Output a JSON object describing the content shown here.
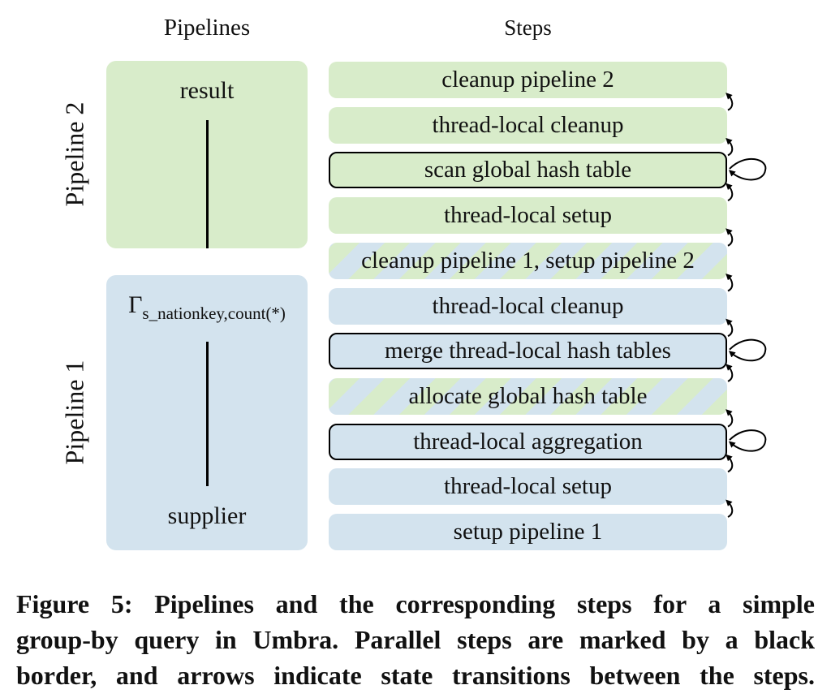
{
  "headers": {
    "pipelines": "Pipelines",
    "steps": "Steps"
  },
  "colors": {
    "green": "#d8ecca",
    "blue": "#d3e3ee",
    "border": "#000000"
  },
  "pipelines": [
    {
      "id": "pipeline2",
      "side_label": "Pipeline 2",
      "color": "green",
      "operators": {
        "top": "result"
      }
    },
    {
      "id": "pipeline1",
      "side_label": "Pipeline 1",
      "color": "blue",
      "operators": {
        "top_symbol": "Γ",
        "top_subscript": "s_nationkey,count(*)",
        "bottom": "supplier"
      }
    }
  ],
  "steps": [
    {
      "label": "cleanup pipeline 2",
      "fill": "green",
      "parallel": false
    },
    {
      "label": "thread-local cleanup",
      "fill": "green",
      "parallel": false
    },
    {
      "label": "scan global hash table",
      "fill": "green",
      "parallel": true
    },
    {
      "label": "thread-local setup",
      "fill": "green",
      "parallel": false
    },
    {
      "label": "cleanup pipeline 1, setup  pipeline 2",
      "fill": "stripes",
      "parallel": false
    },
    {
      "label": "thread-local cleanup",
      "fill": "blue",
      "parallel": false
    },
    {
      "label": "merge thread-local hash tables",
      "fill": "blue",
      "parallel": true
    },
    {
      "label": "allocate global hash table",
      "fill": "stripes",
      "parallel": false
    },
    {
      "label": "thread-local aggregation",
      "fill": "blue",
      "parallel": true
    },
    {
      "label": "thread-local setup",
      "fill": "blue",
      "parallel": false
    },
    {
      "label": "setup pipeline 1",
      "fill": "blue",
      "parallel": false
    }
  ],
  "caption": [
    "Figure 5: Pipelines and the corresponding steps for a simple",
    "group-by query in Umbra. Parallel steps are marked by a black",
    "border, and arrows indicate state transitions between the steps."
  ]
}
